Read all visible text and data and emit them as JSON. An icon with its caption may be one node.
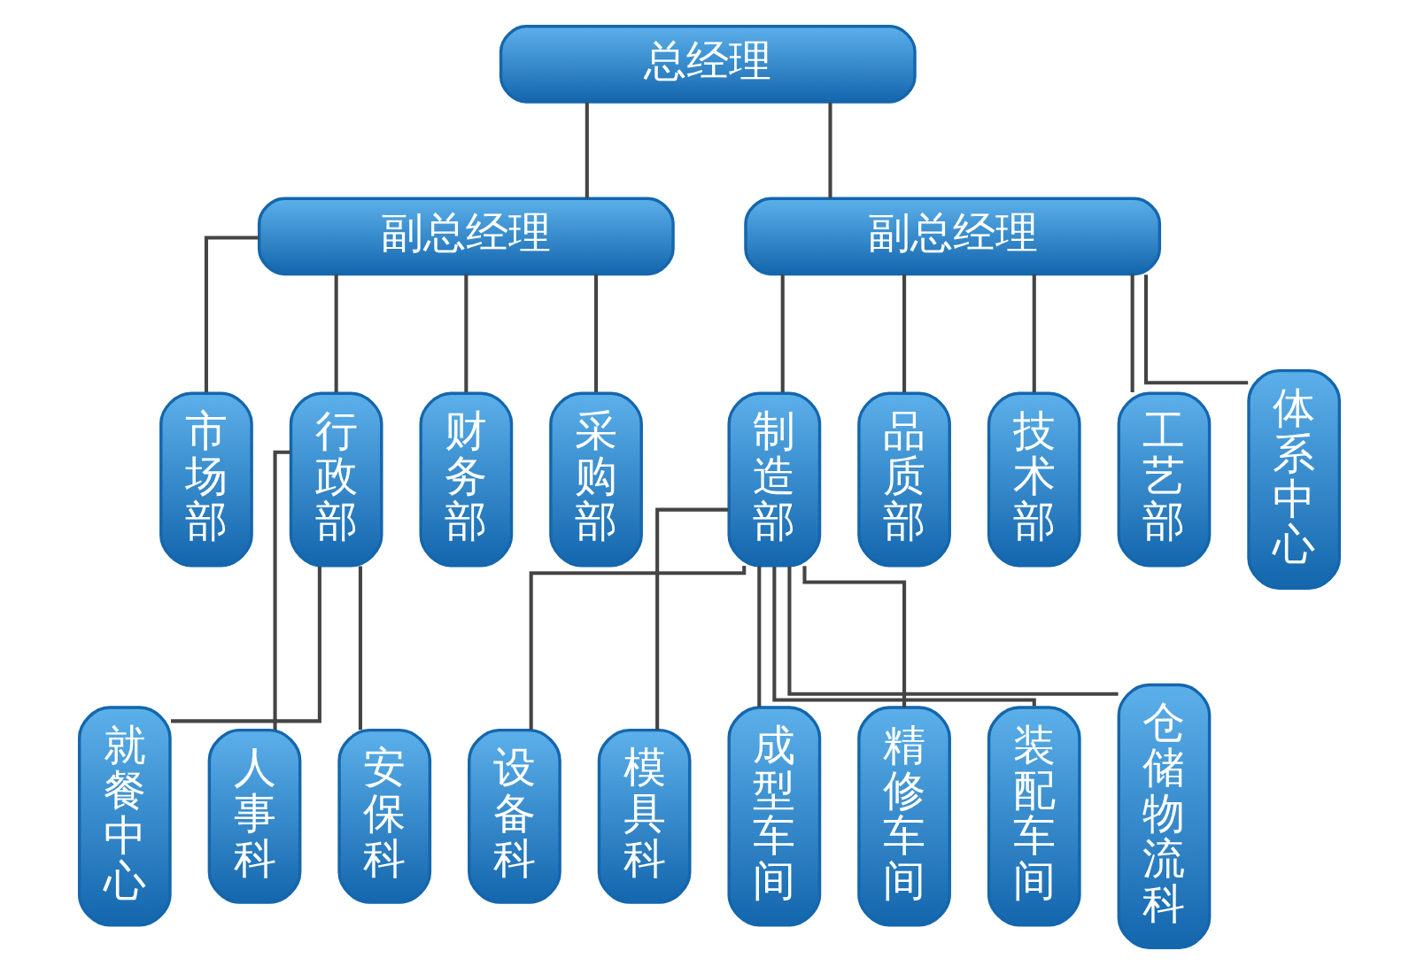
{
  "diagram": {
    "nodes": [
      {
        "text": [
          "总经理"
        ]
      },
      {
        "text": [
          "副总经理"
        ]
      },
      {
        "text": [
          "副总经理"
        ]
      },
      {
        "text": [
          "市场部"
        ]
      },
      {
        "text": [
          "行政部"
        ]
      },
      {
        "text": [
          "财务部"
        ]
      },
      {
        "text": [
          "采购部"
        ]
      },
      {
        "text": [
          "制造部"
        ]
      },
      {
        "text": [
          "品质部"
        ]
      },
      {
        "text": [
          "技术部"
        ]
      },
      {
        "text": [
          "工艺部"
        ]
      },
      {
        "text": [
          "体系中心"
        ]
      },
      {
        "text": [
          "就餐中心"
        ]
      },
      {
        "text": [
          "人事科"
        ]
      },
      {
        "text": [
          "安保科"
        ]
      },
      {
        "text": [
          "设备科"
        ]
      },
      {
        "text": [
          "模具科"
        ]
      },
      {
        "text": [
          "成型车间"
        ]
      },
      {
        "text": [
          "精修车间"
        ]
      },
      {
        "text": [
          "装配车间"
        ]
      },
      {
        "text": [
          "仓储物流科"
        ]
      }
    ],
    "edges": [
      {
        "from": 0,
        "to": 1,
        "arrow": "none"
      },
      {
        "from": 0,
        "to": 2,
        "arrow": "none"
      },
      {
        "from": 1,
        "to": 3,
        "arrow": "none"
      },
      {
        "from": 1,
        "to": 4,
        "arrow": "none"
      },
      {
        "from": 1,
        "to": 5,
        "arrow": "none"
      },
      {
        "from": 1,
        "to": 6,
        "arrow": "none"
      },
      {
        "from": 2,
        "to": 7,
        "arrow": "none"
      },
      {
        "from": 2,
        "to": 8,
        "arrow": "none"
      },
      {
        "from": 2,
        "to": 9,
        "arrow": "none"
      },
      {
        "from": 2,
        "to": 10,
        "arrow": "none"
      },
      {
        "from": 2,
        "to": 11,
        "arrow": "none"
      },
      {
        "from": 4,
        "to": 12,
        "arrow": "none"
      },
      {
        "from": 4,
        "to": 13,
        "arrow": "none"
      },
      {
        "from": 4,
        "to": 14,
        "arrow": "none"
      },
      {
        "from": 7,
        "to": 15,
        "arrow": "none"
      },
      {
        "from": 7,
        "to": 16,
        "arrow": "none"
      },
      {
        "from": 7,
        "to": 17,
        "arrow": "none"
      },
      {
        "from": 7,
        "to": 18,
        "arrow": "none"
      },
      {
        "from": 7,
        "to": 19,
        "arrow": "none"
      },
      {
        "from": 7,
        "to": 20,
        "arrow": "none"
      }
    ]
  }
}
